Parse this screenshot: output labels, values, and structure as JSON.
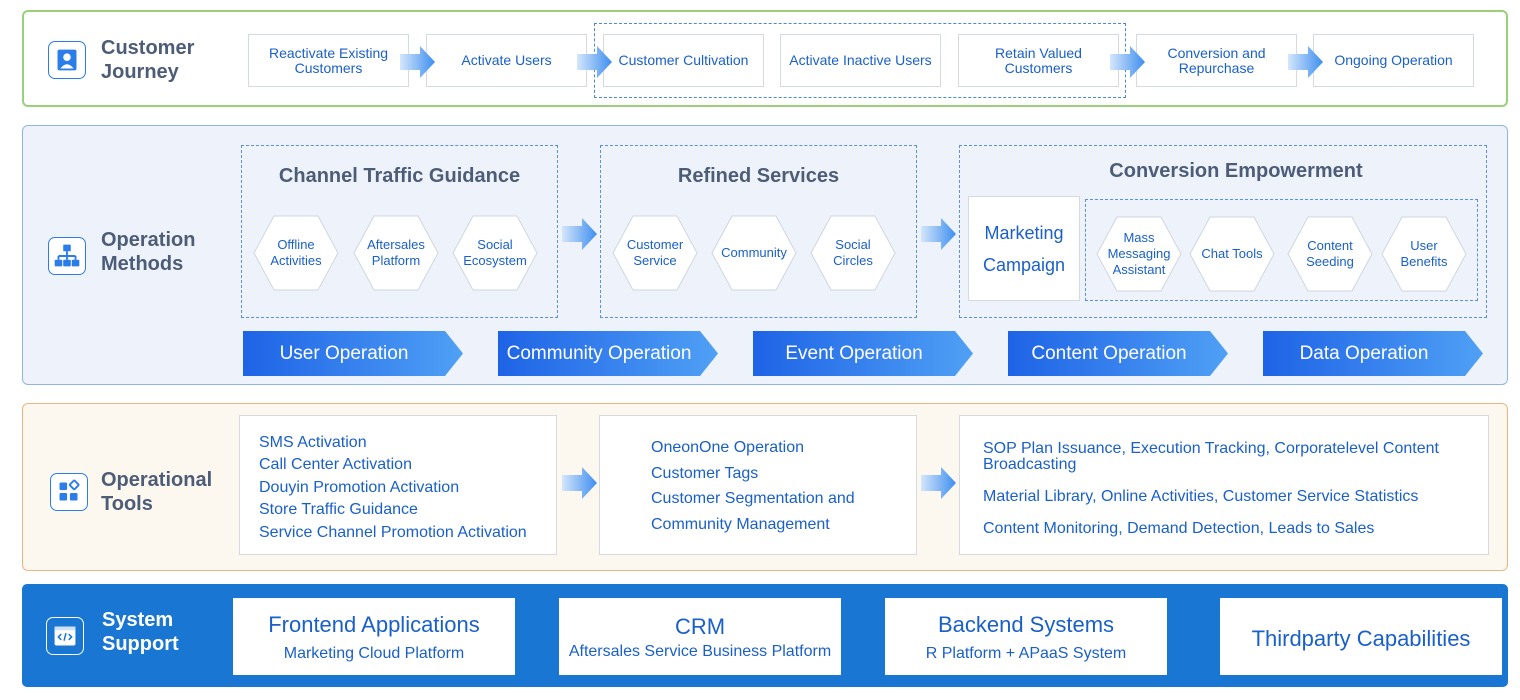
{
  "journey": {
    "title_line1": "Customer",
    "title_line2": "Journey",
    "icon": "user-icon",
    "steps": [
      {
        "line1": "Reactivate Existing",
        "line2": "Customers"
      },
      {
        "line1": "Activate Users",
        "line2": ""
      },
      {
        "line1": "Customer Cultivation",
        "line2": ""
      },
      {
        "line1": "Activate Inactive Users",
        "line2": ""
      },
      {
        "line1": "Retain Valued",
        "line2": "Customers"
      },
      {
        "line1": "Conversion and",
        "line2": "Repurchase"
      },
      {
        "line1": "Ongoing Operation",
        "line2": ""
      }
    ]
  },
  "methods": {
    "title_line1": "Operation",
    "title_line2": "Methods",
    "icon": "org-chart-icon",
    "groups": [
      {
        "title": "Channel Traffic Guidance",
        "items": [
          {
            "line1": "Offline",
            "line2": "Activities"
          },
          {
            "line1": "Aftersales",
            "line2": "Platform"
          },
          {
            "line1": "Social",
            "line2": "Ecosystem"
          }
        ]
      },
      {
        "title": "Refined Services",
        "items": [
          {
            "line1": "Customer",
            "line2": "Service"
          },
          {
            "line1": "Community",
            "line2": ""
          },
          {
            "line1": "Social",
            "line2": "Circles"
          }
        ]
      },
      {
        "title": "Conversion Empowerment",
        "campaign": {
          "line1": "Marketing",
          "line2": "Campaign"
        },
        "items": [
          {
            "line1": "Mass",
            "line2": "Messaging",
            "line3": "Assistant"
          },
          {
            "line1": "Chat Tools",
            "line2": "",
            "line3": ""
          },
          {
            "line1": "Content",
            "line2": "Seeding",
            "line3": ""
          },
          {
            "line1": "User",
            "line2": "Benefits",
            "line3": ""
          }
        ]
      }
    ],
    "bands": [
      "User Operation",
      "Community Operation",
      "Event Operation",
      "Content Operation",
      "Data Operation"
    ]
  },
  "tools": {
    "title_line1": "Operational",
    "title_line2": "Tools",
    "icon": "apps-icon",
    "col1": [
      "SMS Activation",
      "Call Center Activation",
      "Douyin Promotion Activation",
      "Store Traffic Guidance",
      "Service Channel Promotion Activation"
    ],
    "col2": [
      "OneonOne Operation",
      "Customer Tags",
      "Customer Segmentation and",
      "Community Management"
    ],
    "col3": [
      "SOP Plan Issuance, Execution Tracking, Corporatelevel Content",
      "Broadcasting",
      "Material Library, Online Activities, Customer Service Statistics",
      "Content Monitoring, Demand Detection, Leads to Sales"
    ]
  },
  "system": {
    "title_line1": "System",
    "title_line2": "Support",
    "icon": "code-window-icon",
    "boxes": [
      {
        "main": "Frontend Applications",
        "sub": "Marketing Cloud Platform"
      },
      {
        "main": "CRM",
        "sub": "Aftersales Service Business Platform"
      },
      {
        "main": "Backend Systems",
        "sub": "R Platform + APaaS System"
      },
      {
        "main": "Thirdparty Capabilities",
        "sub": ""
      }
    ]
  },
  "colors": {
    "primary": "#1976d2",
    "text_blue": "#1a60c9",
    "journey_border": "#9bd07a",
    "methods_border": "#8fb6e2",
    "tools_border": "#f0b47d",
    "heading": "#4d5d78"
  }
}
